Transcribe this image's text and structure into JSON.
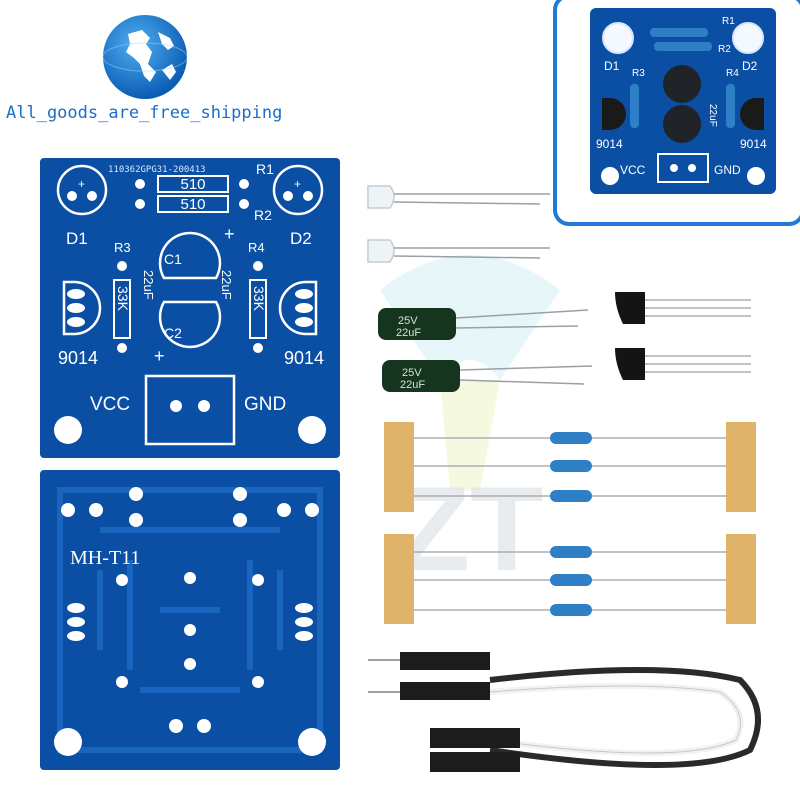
{
  "brand": {
    "tagline": "All_goods_are_free_shipping",
    "watermark": "ZT",
    "accent_color": "#1b6ec7",
    "pcb_color": "#0a4fa3"
  },
  "pcb_front": {
    "code": "110362GPG31-200413",
    "r1_label": "R1",
    "r2_label": "R2",
    "r3_label": "R3",
    "r4_label": "R4",
    "r1_value": "510",
    "r2_value": "510",
    "r3_value": "33K",
    "r4_value": "33K",
    "d1_label": "D1",
    "d2_label": "D2",
    "c1_label": "C1",
    "c2_label": "C2",
    "c1_value": "22uF",
    "c2_value": "22uF",
    "q1_label": "9014",
    "q2_label": "9014",
    "vcc_label": "VCC",
    "gnd_label": "GND",
    "plus": "+",
    "minus": "-"
  },
  "pcb_back": {
    "label": "MH-T11"
  },
  "assembled": {
    "d1_label": "D1",
    "d2_label": "D2",
    "r1_label": "R1",
    "r2_label": "R2",
    "r3_label": "R3",
    "r4_label": "R4",
    "c_value": "22uF",
    "q1_label": "9014",
    "q2_label": "9014",
    "vcc_label": "VCC",
    "gnd_label": "GND"
  },
  "capacitor": {
    "voltage": "25V",
    "value": "22uF"
  }
}
